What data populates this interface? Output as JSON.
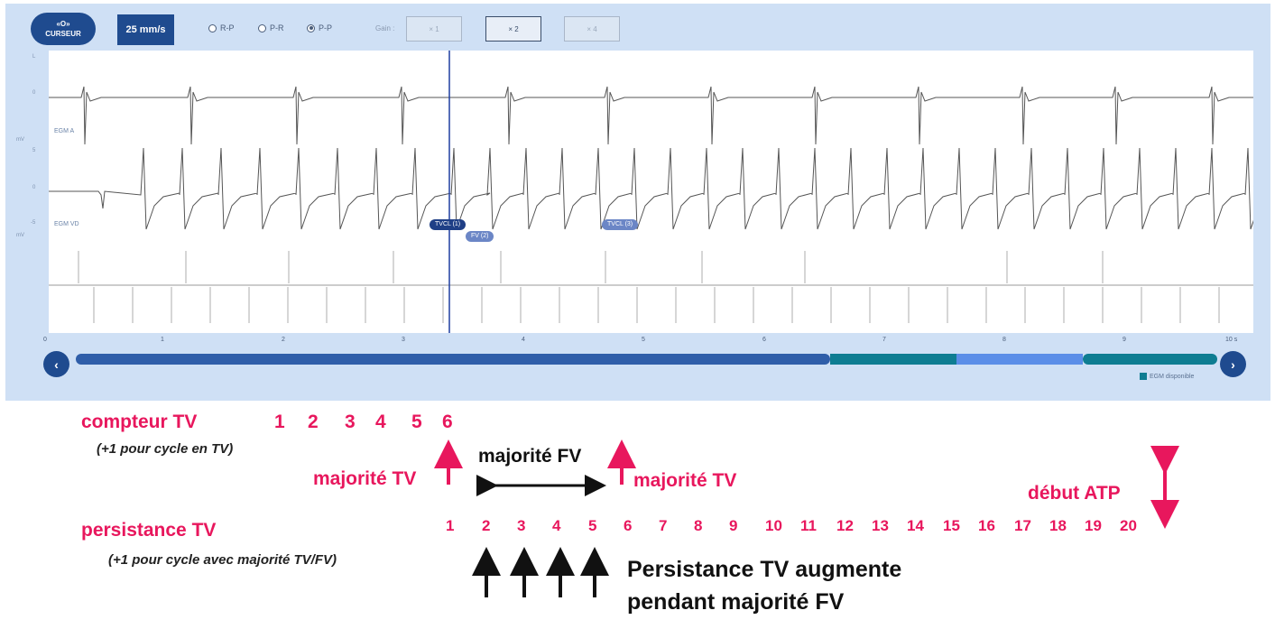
{
  "toolbar": {
    "cursor_icon_label": "«O»",
    "cursor_label": "CURSEUR",
    "speed_label": "25 mm/s",
    "radios": [
      {
        "label": "R-P",
        "selected": false
      },
      {
        "label": "P-R",
        "selected": false
      },
      {
        "label": "P-P",
        "selected": true
      }
    ],
    "gain_label": "Gain :",
    "gain_options": [
      {
        "label": "× 1",
        "selected": false
      },
      {
        "label": "× 2",
        "selected": true
      },
      {
        "label": "× 4",
        "selected": false
      }
    ]
  },
  "egm": {
    "channels": [
      "EGM A",
      "EGM VD"
    ],
    "y_unit": "mV",
    "y_ticks": [
      "0",
      "5",
      "0",
      "-5"
    ],
    "markers": [
      "TVCL (1)",
      "FV (2)",
      "TVCL (3)"
    ],
    "time_ticks": [
      "0",
      "1",
      "2",
      "3",
      "4",
      "5",
      "6",
      "7",
      "8",
      "9",
      "10 s"
    ],
    "legend_label": "EGM disponible",
    "colors": {
      "accent": "#1f4b8f",
      "egm_available": "#0e7d92",
      "segment_light": "#5b8ee8",
      "cursor": "#1f3fa0"
    }
  },
  "annotations": {
    "compteur_title": "compteur TV",
    "compteur_note": "(+1 pour cycle en TV)",
    "compteur_numbers": [
      "1",
      "2",
      "3",
      "4",
      "5",
      "6"
    ],
    "majorite_tv_left": "majorité TV",
    "majorite_fv": "majorité FV",
    "majorite_tv_right": "majorité TV",
    "debut_atp": "début ATP",
    "persistance_title": "persistance TV",
    "persistance_note": "(+1 pour cycle avec majorité TV/FV)",
    "persistance_numbers": [
      "1",
      "2",
      "3",
      "4",
      "5",
      "6",
      "7",
      "8",
      "9",
      "10",
      "11",
      "12",
      "13",
      "14",
      "15",
      "16",
      "17",
      "18",
      "19",
      "20"
    ],
    "persistance_line1": "Persistance TV augmente",
    "persistance_line2": "pendant majorité FV",
    "accent_color": "#e8175d"
  }
}
